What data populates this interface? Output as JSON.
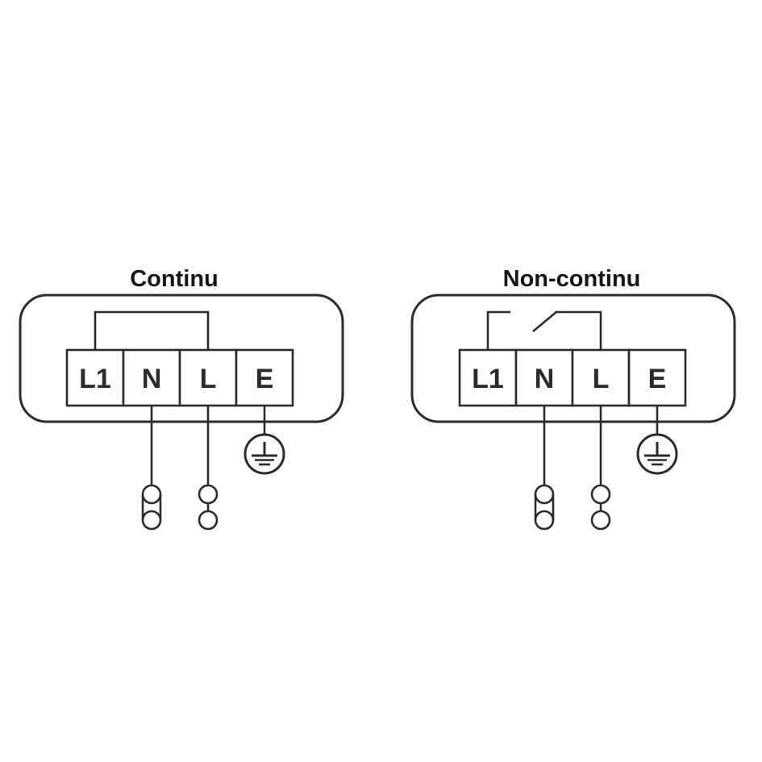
{
  "canvas": {
    "background_color": "#ffffff",
    "line_color": "#2b2b2b",
    "title_color": "#161616"
  },
  "icons": {
    "earth": "earth-ground-icon",
    "neutral_connector": "capsule-double-circle-connector-icon",
    "live_connector": "linked-double-circle-connector-icon",
    "switch": "open-switch-contact-icon"
  },
  "diagrams": [
    {
      "id": "continuous",
      "title": "Continu",
      "terminals": [
        "L1",
        "N",
        "L",
        "E"
      ],
      "jumper": "closed jumper from L1 to L"
    },
    {
      "id": "non-continuous",
      "title": "Non-continu",
      "terminals": [
        "L1",
        "N",
        "L",
        "E"
      ],
      "jumper": "open switch contact from L1 to L"
    }
  ]
}
